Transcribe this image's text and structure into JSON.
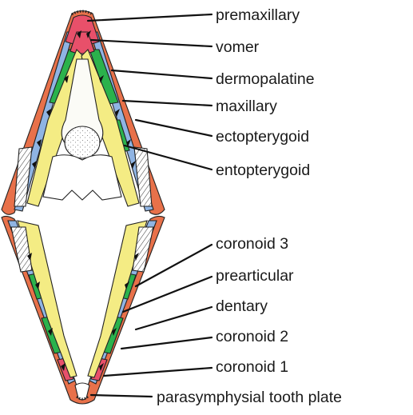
{
  "figure": {
    "upper_jaw_labels": [
      {
        "key": "premaxillary",
        "text": "premaxillary"
      },
      {
        "key": "vomer",
        "text": "vomer"
      },
      {
        "key": "dermopalatine",
        "text": "dermopalatine"
      },
      {
        "key": "maxillary",
        "text": "maxillary"
      },
      {
        "key": "ectopterygoid",
        "text": "ectopterygoid"
      },
      {
        "key": "entopterygoid",
        "text": "entopterygoid"
      }
    ],
    "lower_jaw_labels": [
      {
        "key": "coronoid-3",
        "text": "coronoid 3"
      },
      {
        "key": "prearticular",
        "text": "prearticular"
      },
      {
        "key": "dentary",
        "text": "dentary"
      },
      {
        "key": "coronoid-2",
        "text": "coronoid 2"
      },
      {
        "key": "coronoid-1",
        "text": "coronoid 1"
      },
      {
        "key": "parasymphysial-tooth-plate",
        "text": "parasymphysial tooth plate"
      }
    ],
    "colors": {
      "premaxillary": "#e8506a",
      "vomer": "#e8506a",
      "dermopalatine": "#2bb24c",
      "maxillary_rim": "#e8714a",
      "ectopterygoid": "#8fb4e3",
      "entopterygoid": "#f4ec84",
      "coronoid": "#2bb24c",
      "prearticular": "#f4ec84",
      "dentary": "#e8714a",
      "hatched_bone": "#ffffff",
      "tooth": "#111111"
    }
  }
}
